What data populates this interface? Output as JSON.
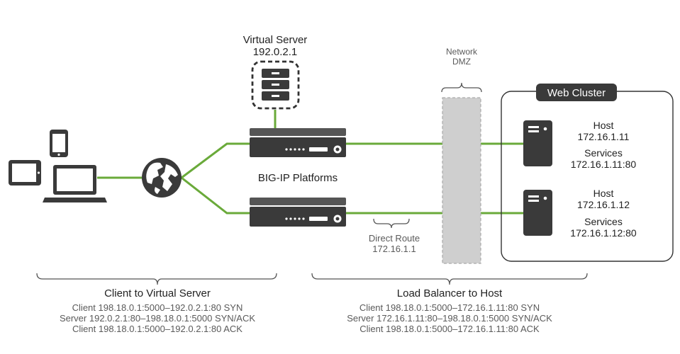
{
  "colors": {
    "link_green": "#6aaa3a",
    "device_dark": "#3a3a3a",
    "dmz_gray": "#cfcfcf",
    "text_dark": "#222222",
    "text_muted": "#5a5a5a"
  },
  "virtual_server": {
    "title": "Virtual Server",
    "ip": "192.0.2.1"
  },
  "network_dmz": {
    "line1": "Network",
    "line2": "DMZ"
  },
  "web_cluster": {
    "title": "Web Cluster",
    "hosts": [
      {
        "host_label": "Host",
        "host_ip": "172.16.1.11",
        "services_label": "Services",
        "services_addr": "172.16.1.11:80"
      },
      {
        "host_label": "Host",
        "host_ip": "172.16.1.12",
        "services_label": "Services",
        "services_addr": "172.16.1.12:80"
      }
    ]
  },
  "bigip": {
    "label": "BIG-IP Platforms"
  },
  "direct_route": {
    "label": "Direct Route",
    "ip": "172.16.1.1"
  },
  "client_to_vs": {
    "title": "Client to Virtual Server",
    "lines": [
      "Client 198.18.0.1:5000–192.0.2.1:80 SYN",
      "Server 192.0.2.1:80–198.18.0.1:5000 SYN/ACK",
      "Client 198.18.0.1:5000–192.0.2.1:80 ACK"
    ]
  },
  "lb_to_host": {
    "title": "Load Balancer to Host",
    "lines": [
      "Client 198.18.0.1:5000–172.16.1.11:80 SYN",
      "Server 172.16.1.11:80–198.18.0.1:5000 SYN/ACK",
      "Client 198.18.0.1:5000–172.16.1.11:80 ACK"
    ]
  },
  "icons": {
    "tablet": "tablet-icon",
    "phone": "phone-icon",
    "laptop": "laptop-icon",
    "globe": "globe-icon",
    "server": "server-icon",
    "load_balancer": "load-balancer-icon"
  }
}
